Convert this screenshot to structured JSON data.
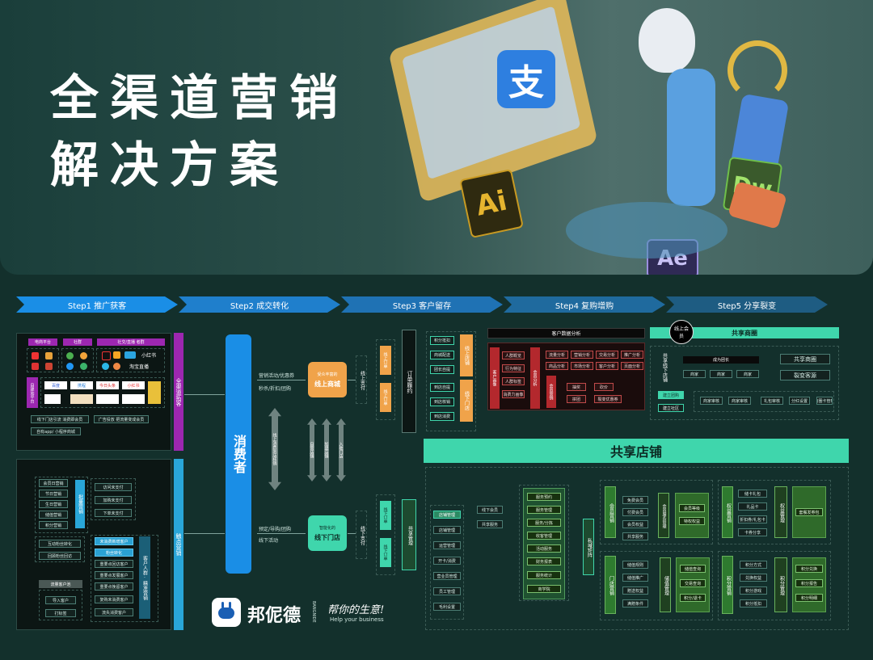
{
  "hero": {
    "title_line1": "全渠道营销",
    "title_line2": "解决方案",
    "alipay_glyph": "支",
    "ai_text": "Ai",
    "dw_text": "Dw",
    "ae_text": "Ae"
  },
  "steps": [
    "Step1 推广获客",
    "Step2 成交转化",
    "Step3 客户留存",
    "Step4 复购增购",
    "Step5 分享裂变"
  ],
  "colors": {
    "teal": "#3fd6ac",
    "blue": "#1a8ee6",
    "orange": "#f0a34a",
    "purple": "#9c27b0",
    "red": "#b3282d",
    "green": "#2e7a2f"
  },
  "channels": {
    "headers": [
      "电商平台",
      "社群",
      "社交/直播 者群"
    ],
    "platform_logos": [
      "小红书",
      "淘宝直播"
    ],
    "side_label": "自建站平台",
    "logo_row": [
      "百度",
      "携程",
      "今日头条",
      "小红书"
    ],
    "bottom_chips": [
      "线下门店引流 消费即会员",
      "广告投放 把流量变成会员",
      "自有app/ 小程序商城"
    ],
    "right_label": "全渠道拓客"
  },
  "touchpoints": {
    "left_col": [
      "会员日营销",
      "节日营销",
      "生日营销",
      "储值营销",
      "积分营销"
    ],
    "left_label": "批量营销",
    "right_col": [
      "访问未支付",
      "加购未支付",
      "下单未支付"
    ],
    "mid_left": [
      "互动粉丝转化",
      "回顾粉丝回访"
    ],
    "mid_right": [
      "未消费新增客户",
      "粉丝转化",
      "重要点回访客户",
      "重要点发展客户",
      "重要点挽留客户",
      "复购未消费客户",
      "流失消费客户"
    ],
    "customer_label": "客户人群·精准营销",
    "tag_header": "流量客户池",
    "tags": [
      "导入客户",
      "打标签"
    ],
    "right_label": "触点营销"
  },
  "consumer": {
    "label": "消费者",
    "top_labels": [
      "营销活动/优惠券",
      "秒杀/折扣/团购"
    ],
    "bottom_labels": [
      "预定/导购/团购",
      "线下活动"
    ]
  },
  "online": {
    "tag": "受众丰富的",
    "mall": "线上商城",
    "pay": "线上支付"
  },
  "offline": {
    "tag": "智能化的",
    "store": "线下门店",
    "pay": "线下支付"
  },
  "flow": [
    "线上消费到店核销",
    "自营店铺",
    "加盟店铺",
    "入驻门店"
  ],
  "order_flow": "订单履约",
  "step3": {
    "list": [
      "积分抵扣",
      "商城配送",
      "团长自提",
      "到店自提",
      "到店核销",
      "到店消费"
    ],
    "online_store": "线上店铺",
    "offline_store": "线下门店",
    "online_vert": "线上订单",
    "offline_vert": "线下订单"
  },
  "analysis": {
    "header": "客户数据分析",
    "left_vert": "客户画像",
    "left_chips": [
      "人群概览",
      "行为特征",
      "人群标签",
      "消费力画像"
    ],
    "mid_vert": "会员分析",
    "grid": [
      "流量分析",
      "营销分析",
      "交易分析",
      "推广分析",
      "商品分析",
      "市场分析",
      "客户分析",
      "页面分析"
    ],
    "mid_vert2": "会员营销",
    "bottom_chips": [
      "抽奖",
      "砍价",
      "拼团",
      "裂变优惠券"
    ]
  },
  "share": {
    "online_badge": "线上会员",
    "header": "共享商圈",
    "store_vert": "共享线下店铺",
    "become_label": "成为团长",
    "owners": [
      "商家",
      "商家",
      "商家"
    ],
    "right_chips": [
      "共享商圈",
      "裂变客源"
    ],
    "group": [
      "建立团购",
      "建立社区"
    ],
    "flow_chips": [
      "商家审核",
      "商家审核",
      "礼包审核",
      "分红设置",
      "商圈卡管理"
    ]
  },
  "shared_store": {
    "title": "共享店铺",
    "left_list": [
      "店铺管理",
      "店铺管理",
      "运营管理",
      "开卡/消费",
      "营业员管理",
      "员工管理",
      "毛利设置"
    ],
    "left_head": "共享管理",
    "link_labels": [
      "线下会员",
      "共享服务"
    ],
    "mid_list": [
      "服务预约",
      "服务管理",
      "服务/分拣",
      "收客管理",
      "活动服务",
      "财务报表",
      "服务统计",
      "商学院"
    ],
    "private": "私域矩阵",
    "member_vert": "会员营销",
    "member_chips": [
      "免费会员",
      "付费会员",
      "会员权益",
      "共享服务"
    ],
    "member_mgmt": "会员服务管理",
    "member_right": [
      "会员等级",
      "特权权益"
    ],
    "equity_vert": "权益营销",
    "equity_chips": [
      "储卡礼包",
      "礼品卡",
      "折扣券/礼包卡",
      "卡券分享"
    ],
    "equity_mgmt": "权益管理",
    "equity_right": "套餐发券包",
    "store_vert": "门店营销",
    "store_chips": [
      "储值规则",
      "储值推广",
      "赠送权益",
      "满赠条件"
    ],
    "store_mgmt": "储值管理",
    "store_right": [
      "储值查询",
      "交易查询",
      "积分/退卡"
    ],
    "points_vert": "积分营销",
    "points_chips": [
      "积分方式",
      "兑换权益",
      "积分游戏",
      "积分抵扣"
    ],
    "points_mgmt": "积分管理",
    "points_right": [
      "积分兑换",
      "积分报告",
      "积分明细"
    ]
  },
  "brand": {
    "name": "邦伲德",
    "side": "BANGNIDE",
    "slogan": "帮你的生意!",
    "tagline": "Help your business"
  }
}
